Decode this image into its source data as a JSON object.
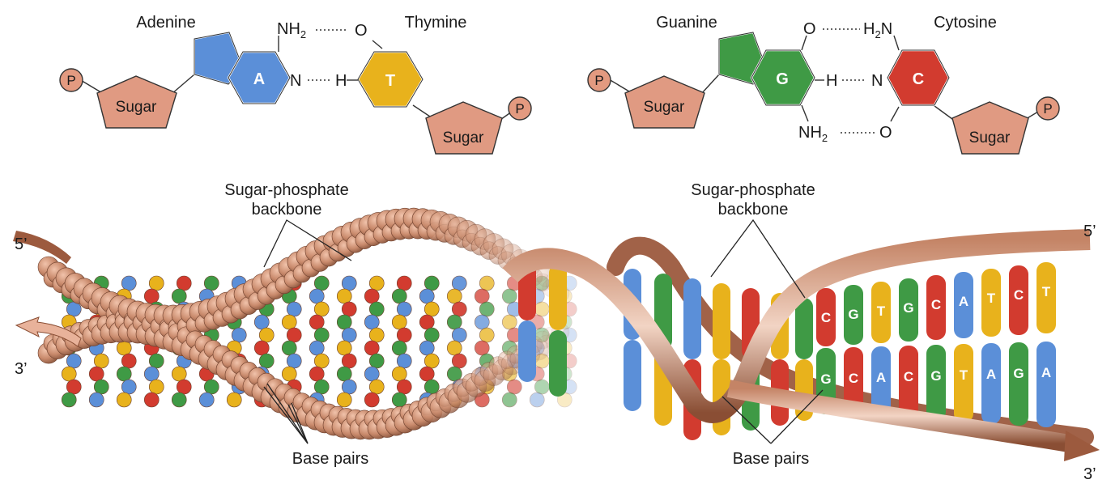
{
  "colors": {
    "adenine": "#5b8fd8",
    "thymine": "#e8b21c",
    "guanine": "#3f9a45",
    "cytosine": "#d23b2f",
    "sugar": "#e09a82",
    "phosphate": "#e39a80",
    "backbone": "#9c5a3e",
    "backbone_light": "#d9a288",
    "atom": "#c98a6c"
  },
  "top_left": {
    "adenine_name": "Adenine",
    "thymine_name": "Thymine",
    "base_a": "A",
    "base_t": "T",
    "nh2_main": "NH",
    "nh2_sub": "2",
    "o_atom": "O",
    "n_atom": "N",
    "h_atom": "H",
    "sugar_left": "Sugar",
    "sugar_right": "Sugar",
    "p_left": "P",
    "p_right": "P"
  },
  "top_right": {
    "guanine_name": "Guanine",
    "cytosine_name": "Cytosine",
    "base_g": "G",
    "base_c": "C",
    "o_top": "O",
    "h2n_h": "H",
    "h2n_sub": "2",
    "h2n_n": "N",
    "h_atom": "H",
    "n_atom": "N",
    "nh2_main": "NH",
    "nh2_sub": "2",
    "o_bottom": "O",
    "sugar_left": "Sugar",
    "sugar_right": "Sugar",
    "p_left": "P",
    "p_right": "P"
  },
  "helix": {
    "backbone_left_l1": "Sugar-phosphate",
    "backbone_left_l2": "backbone",
    "backbone_right_l1": "Sugar-phosphate",
    "backbone_right_l2": "backbone",
    "base_pairs_left": "Base pairs",
    "base_pairs_right": "Base pairs",
    "five_prime_left": "5’",
    "three_prime_left": "3’",
    "five_prime_right": "5’",
    "three_prime_right": "3’",
    "top_strand": [
      "C",
      "G",
      "T",
      "G",
      "C",
      "A",
      "T",
      "C",
      "T"
    ],
    "bottom_strand": [
      "G",
      "C",
      "A",
      "C",
      "G",
      "T",
      "A",
      "G",
      "A"
    ]
  }
}
